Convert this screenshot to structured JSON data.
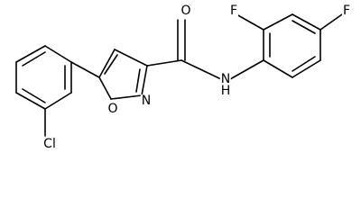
{
  "molecule": {
    "atom_labels": {
      "fluorine_top": "F",
      "fluorine_right": "F",
      "carbonyl_oxygen": "O",
      "amide_nitrogen": "N",
      "amide_hydrogen": "H",
      "isoxazole_nitrogen": "N",
      "isoxazole_oxygen": "O",
      "chlorine": "Cl"
    }
  },
  "colors": {
    "bond": "#000000",
    "background": "#ffffff"
  }
}
